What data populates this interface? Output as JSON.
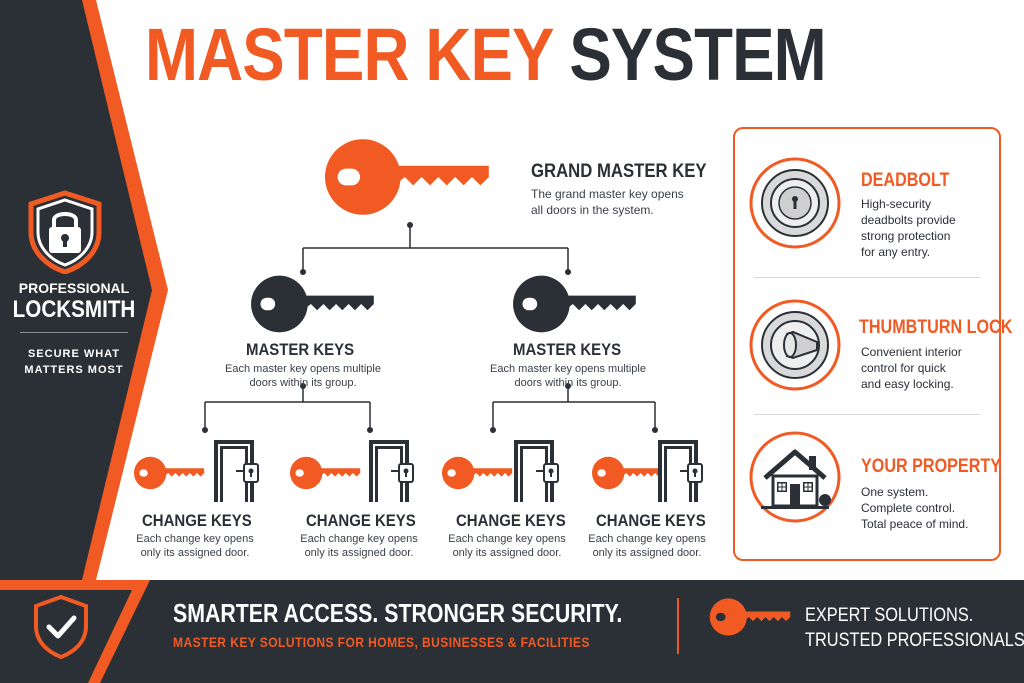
{
  "title": {
    "part1": "MASTER KEY",
    "part2": "SYSTEM"
  },
  "brand": {
    "line1": "PROFESSIONAL",
    "line2": "LOCKSMITH",
    "slogan_line1": "SECURE WHAT",
    "slogan_line2": "MATTERS MOST"
  },
  "grand_master": {
    "title": "GRAND MASTER KEY",
    "desc_line1": "The grand master key opens",
    "desc_line2": "all doors in the system."
  },
  "master_keys": [
    {
      "title": "MASTER KEYS",
      "desc_line1": "Each master key opens multiple",
      "desc_line2": "doors within its group."
    },
    {
      "title": "MASTER KEYS",
      "desc_line1": "Each master key opens multiple",
      "desc_line2": "doors within its group."
    }
  ],
  "change_keys": [
    {
      "title": "CHANGE KEYS",
      "desc_line1": "Each change key opens",
      "desc_line2": "only its assigned door."
    },
    {
      "title": "CHANGE KEYS",
      "desc_line1": "Each change key opens",
      "desc_line2": "only its assigned door."
    },
    {
      "title": "CHANGE KEYS",
      "desc_line1": "Each change key opens",
      "desc_line2": "only its assigned door."
    },
    {
      "title": "CHANGE KEYS",
      "desc_line1": "Each change key opens",
      "desc_line2": "only its assigned door."
    }
  ],
  "features": [
    {
      "icon": "deadbolt-icon",
      "title": "DEADBOLT",
      "desc_line1": "High-security",
      "desc_line2": "deadbolts provide",
      "desc_line3": "strong protection",
      "desc_line4": "for any entry."
    },
    {
      "icon": "thumbturn-icon",
      "title": "THUMBTURN LOCK",
      "desc_line1": "Convenient interior",
      "desc_line2": "control for quick",
      "desc_line3": "and easy locking.",
      "desc_line4": ""
    },
    {
      "icon": "house-icon",
      "title": "YOUR PROPERTY",
      "desc_line1": "One system.",
      "desc_line2": "Complete control.",
      "desc_line3": "Total peace of mind.",
      "desc_line4": ""
    }
  ],
  "footer": {
    "headline": "SMARTER ACCESS. STRONGER SECURITY.",
    "subline": "MASTER KEY SOLUTIONS FOR HOMES, BUSINESSES & FACILITIES",
    "right_line1": "EXPERT SOLUTIONS.",
    "right_line2": "TRUSTED PROFESSIONALS."
  },
  "colors": {
    "accent": "#f15a22",
    "dark": "#2b2f36",
    "white": "#ffffff"
  }
}
